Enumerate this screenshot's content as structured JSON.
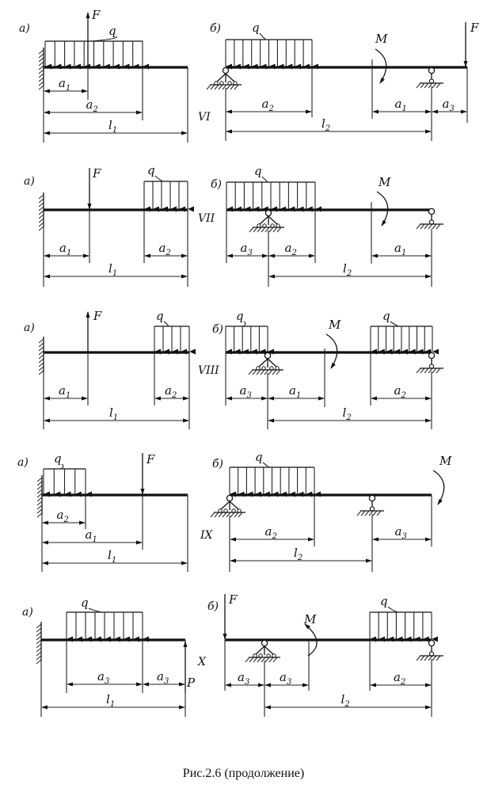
{
  "figure": {
    "caption": "Рис.2.6 (продолжение)",
    "rows": [
      {
        "scheme_number": "VI",
        "a": {
          "label": "а)",
          "force": "F",
          "load": "q",
          "dims": [
            "a1",
            "a2",
            "l1"
          ]
        },
        "b": {
          "label": "б)",
          "load": "q",
          "moment": "M",
          "force": "F",
          "dims": [
            "a2",
            "a1",
            "a3",
            "l2"
          ]
        }
      },
      {
        "scheme_number": "VII",
        "a": {
          "label": "а)",
          "force": "F",
          "load": "q",
          "dims": [
            "a1",
            "a2",
            "l1"
          ]
        },
        "b": {
          "label": "б)",
          "load": "q",
          "moment": "M",
          "dims": [
            "a3",
            "a2",
            "a1",
            "l2"
          ]
        }
      },
      {
        "scheme_number": "VIII",
        "a": {
          "label": "а)",
          "force": "F",
          "load": "q",
          "dims": [
            "a1",
            "a2",
            "l1"
          ]
        },
        "b": {
          "label": "б)",
          "load_left": "q",
          "load_right": "q",
          "moment": "M",
          "dims": [
            "a3",
            "a1",
            "a2",
            "l2"
          ]
        }
      },
      {
        "scheme_number": "IX",
        "a": {
          "label": "а)",
          "force": "F",
          "load": "q",
          "dims": [
            "a2",
            "a1",
            "l1"
          ]
        },
        "b": {
          "label": "б)",
          "load": "q",
          "moment": "M",
          "dims": [
            "a2",
            "a3",
            "l2"
          ]
        }
      },
      {
        "scheme_number": "X",
        "a": {
          "label": "а)",
          "force": "P",
          "load": "q",
          "dims": [
            "a3",
            "a3",
            "l1"
          ]
        },
        "b": {
          "label": "б)",
          "force": "F",
          "load": "q",
          "moment": "M",
          "dims": [
            "a3",
            "a3",
            "a2",
            "l2"
          ]
        }
      }
    ]
  }
}
